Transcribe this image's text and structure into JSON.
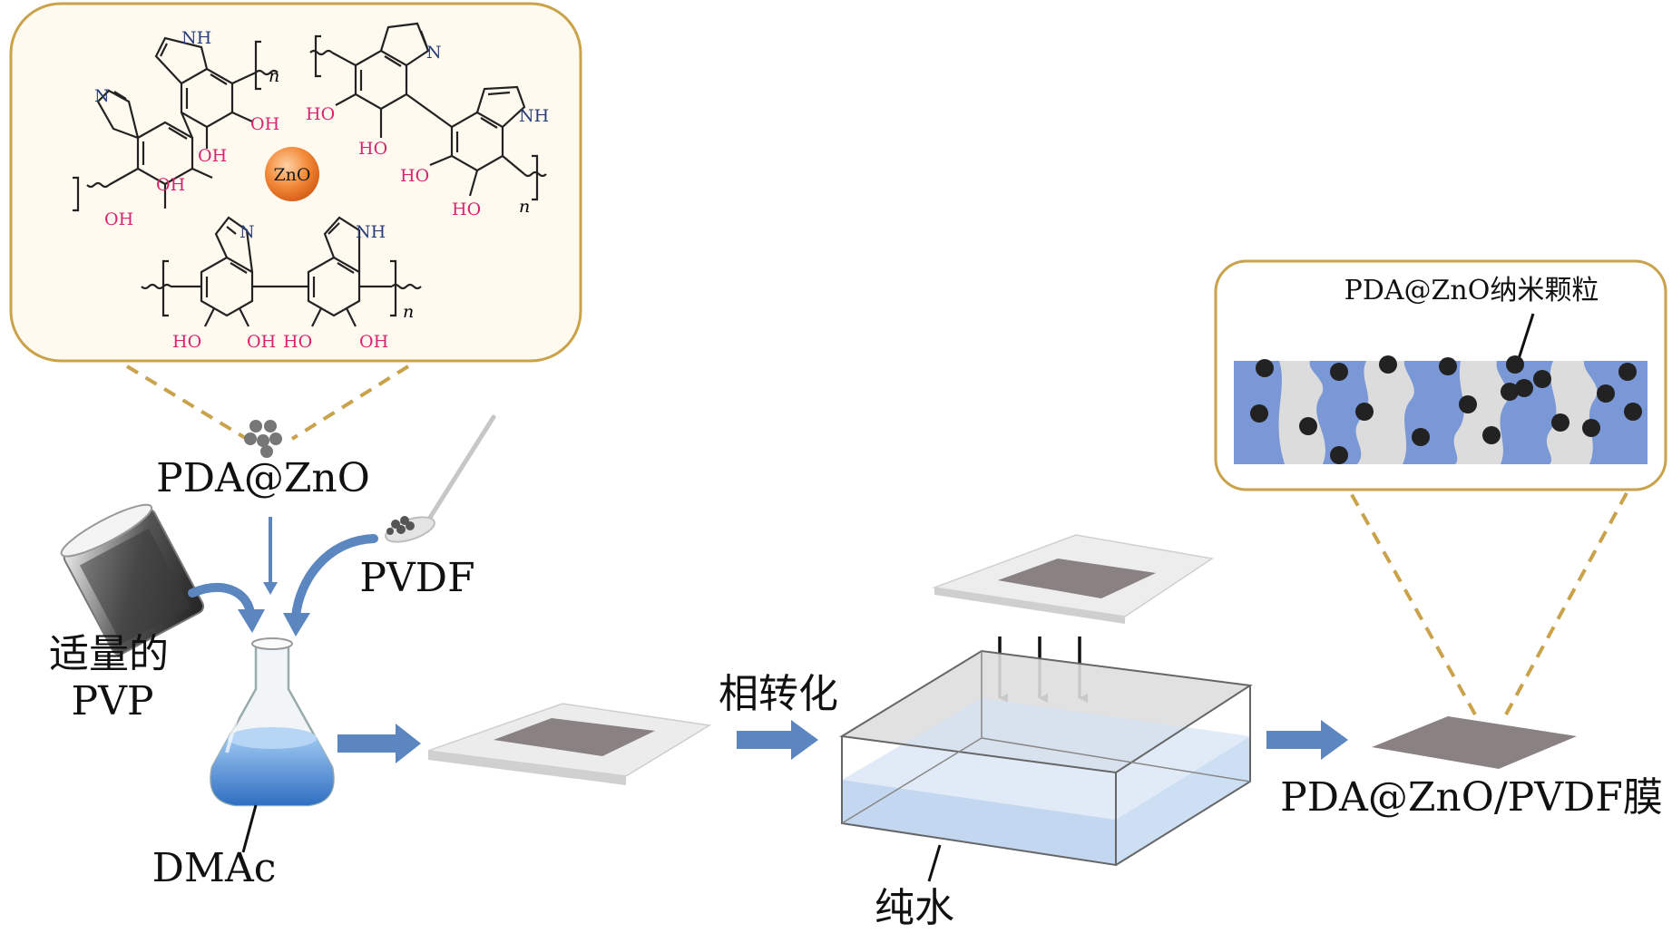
{
  "colors": {
    "accent_gold": "#c9a24a",
    "arrow_blue": "#5b86c0",
    "hydroxyl": "#d6246e",
    "amine": "#2a3f7a",
    "zno_orange": "#f07a2a",
    "membrane_blue": "#7a97d6",
    "membrane_gray": "#dcdcdc",
    "film_gray": "#8a8282",
    "water_blue": "#bcd3ee"
  },
  "chem": {
    "nh": "NH",
    "n": "N",
    "oh": "OH",
    "ho": "HO",
    "repeat": "n",
    "zno": "ZnO"
  },
  "labels": {
    "pda_zno": "PDA@ZnO",
    "pvdf": "PVDF",
    "pvp_line1": "适量的",
    "pvp_line2": "PVP",
    "dmac": "DMAc",
    "phase_inversion": "相转化",
    "pure_water": "纯水",
    "final_membrane": "PDA@ZnO/PVDF膜",
    "nanoparticle": "PDA@ZnO纳米颗粒"
  },
  "icons": [
    "beaker-icon",
    "spatula-icon",
    "erlenmeyer-flask-icon",
    "glass-plate-icon",
    "water-bath-icon",
    "membrane-cross-section-icon"
  ]
}
